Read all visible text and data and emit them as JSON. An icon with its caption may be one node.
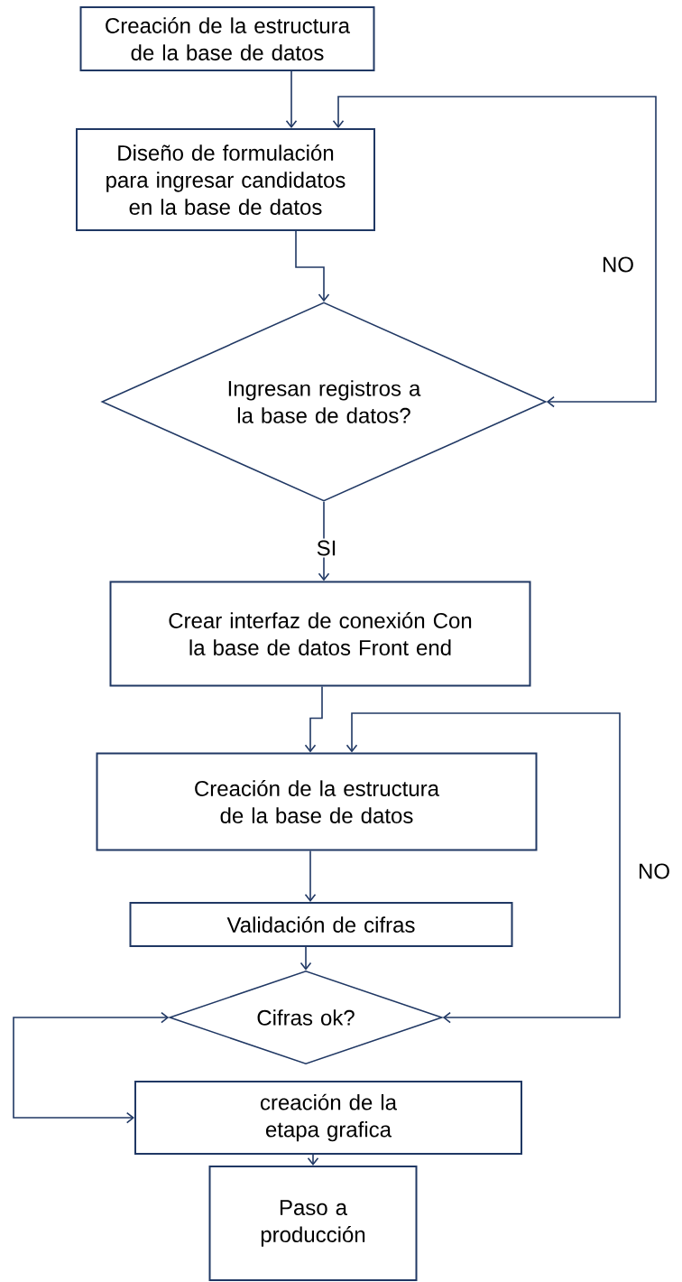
{
  "diagram": {
    "nodes": [
      {
        "text": [
          "Creación de la estructura de la base de datos"
        ]
      },
      {
        "text": [
          "Diseño de formulación para ingresar candidatos en la base de datos"
        ]
      },
      {
        "text": [
          "Ingresan registros a la base de datos?"
        ]
      },
      {
        "text": [
          "Crear interfaz de conexión Con la base de datos Front end"
        ]
      },
      {
        "text": [
          "Creación de la estructura de la base de datos"
        ]
      },
      {
        "text": [
          "Validación de cifras"
        ]
      },
      {
        "text": [
          "Cifras ok?"
        ]
      },
      {
        "text": [
          "creación de la etapa grafica"
        ]
      },
      {
        "text": [
          "Paso a producción"
        ]
      }
    ],
    "edges": [
      {
        "from": 0,
        "to": 1,
        "arrow": "to"
      },
      {
        "from": 1,
        "to": 2,
        "arrow": "to"
      },
      {
        "from": 2,
        "to": 1,
        "arrow": "both"
      },
      {
        "from": 2,
        "to": 3,
        "arrow": "to",
        "label": "SI"
      },
      {
        "from": 3,
        "to": 4,
        "arrow": "to"
      },
      {
        "from": 6,
        "to": 4,
        "arrow": "both"
      },
      {
        "from": 4,
        "to": 5,
        "arrow": "to"
      },
      {
        "from": 5,
        "to": 6,
        "arrow": "to"
      },
      {
        "from": 6,
        "to": 7,
        "arrow": "both"
      },
      {
        "from": 7,
        "to": 8,
        "arrow": "to"
      }
    ],
    "labels": [
      "NO",
      "NO"
    ]
  }
}
